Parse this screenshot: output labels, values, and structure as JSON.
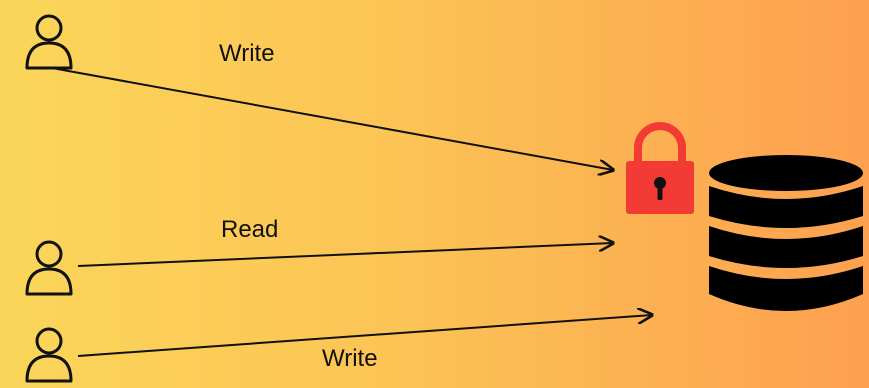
{
  "labels": {
    "top_write": "Write",
    "middle_read": "Read",
    "bottom_write": "Write"
  },
  "actors": [
    {
      "icon": "user-icon",
      "action": "Write"
    },
    {
      "icon": "user-icon",
      "action": "Read"
    },
    {
      "icon": "user-icon",
      "action": "Write"
    }
  ],
  "icons": {
    "lock": "lock-icon",
    "database": "database-icon"
  },
  "colors": {
    "background_left": "#fbd65a",
    "background_right": "#fda04f",
    "lock": "#f23b35",
    "database": "#000000",
    "lines": "#111111"
  }
}
